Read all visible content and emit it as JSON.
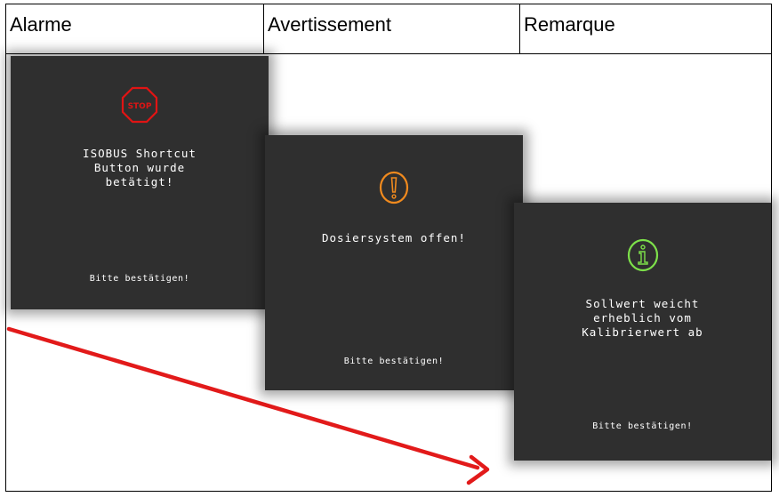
{
  "table": {
    "headers": [
      "Alarme",
      "Avertissement",
      "Remarque"
    ]
  },
  "alarm": {
    "icon": "stop-sign-icon",
    "icon_label": "STOP",
    "icon_color": "#e01414",
    "message": "ISOBUS Shortcut\nButton wurde\nbetätigt!",
    "confirm": "Bitte bestätigen!"
  },
  "warning": {
    "icon": "exclamation-circle-icon",
    "icon_color": "#f08a1e",
    "message": "Dosiersystem offen!",
    "confirm": "Bitte bestätigen!"
  },
  "note": {
    "icon": "info-circle-icon",
    "icon_color": "#7de04a",
    "message": "Sollwert weicht\nerheblich vom\nKalibrierwert ab",
    "confirm": "Bitte bestätigen!"
  },
  "colors": {
    "panel_bg": "#2f2f2f",
    "arrow": "#e21a1a"
  }
}
